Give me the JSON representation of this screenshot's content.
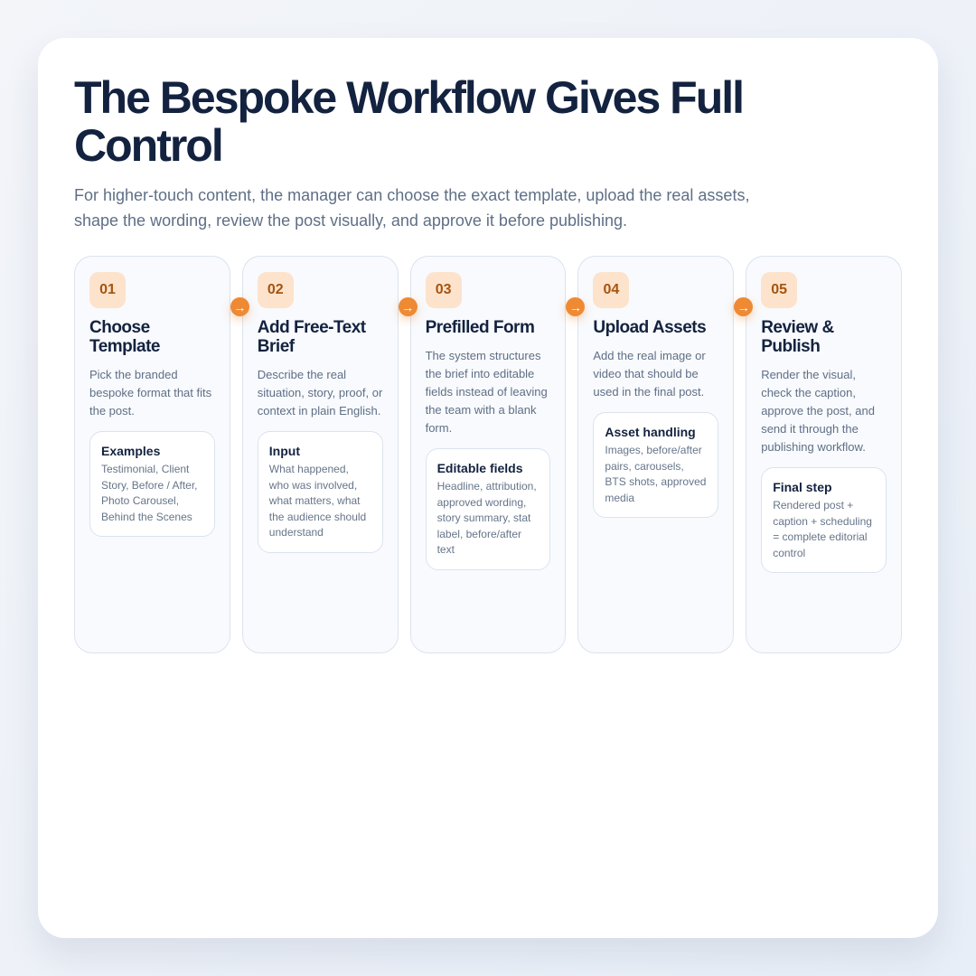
{
  "header": {
    "title": "The Bespoke Workflow Gives Full Control",
    "subtitle": "For higher-touch content, the manager can choose the exact template, upload the real assets, shape the wording, review the post visually, and approve it before publishing."
  },
  "colors": {
    "accent": "#ee8a33",
    "badge_bg": "#fde3cc",
    "badge_text": "#a65410",
    "heading": "#13223f",
    "body_text": "#5f6f86"
  },
  "steps": [
    {
      "number": "01",
      "title": "Choose Template",
      "description": "Pick the branded bespoke format that fits the post.",
      "detail_title": "Examples",
      "detail_text": "Testimonial, Client Story, Before / After, Photo Carousel, Behind the Scenes",
      "arrow_icon": "→"
    },
    {
      "number": "02",
      "title": "Add Free-Text Brief",
      "description": "Describe the real situation, story, proof, or context in plain English.",
      "detail_title": "Input",
      "detail_text": "What happened, who was involved, what matters, what the audience should understand",
      "arrow_icon": "→"
    },
    {
      "number": "03",
      "title": "Prefilled Form",
      "description": "The system structures the brief into editable fields instead of leaving the team with a blank form.",
      "detail_title": "Editable fields",
      "detail_text": "Headline, attribution, approved wording, story summary, stat label, before/after text",
      "arrow_icon": "→"
    },
    {
      "number": "04",
      "title": "Upload Assets",
      "description": "Add the real image or video that should be used in the final post.",
      "detail_title": "Asset handling",
      "detail_text": "Images, before/after pairs, carousels, BTS shots, approved media",
      "arrow_icon": "→"
    },
    {
      "number": "05",
      "title": "Review & Publish",
      "description": "Render the visual, check the caption, approve the post, and send it through the publishing workflow.",
      "detail_title": "Final step",
      "detail_text": "Rendered post + caption + scheduling = complete editorial control"
    }
  ]
}
